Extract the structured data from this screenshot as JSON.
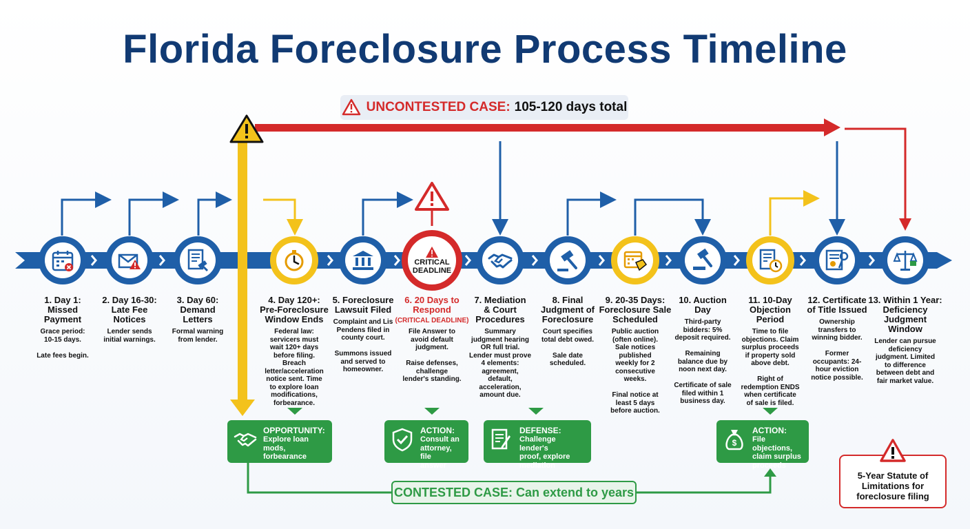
{
  "title": "Florida Foreclosure Process Timeline",
  "uncontested": {
    "prefix": "UNCONTESTED CASE:",
    "text": "105-120 days total"
  },
  "contested": "CONTESTED CASE: Can extend to years",
  "critical_node_text": "CRITICAL\nDEADLINE",
  "statute": "5-Year Statute of Limitations for foreclosure filing",
  "colors": {
    "navy": "#113a73",
    "blue": "#1f5fa8",
    "yellow": "#f3c21b",
    "red": "#d42a2a",
    "green": "#2e9a45"
  },
  "steps": [
    {
      "label": "1. Day 1:\nMissed\nPayment",
      "desc": "Grace period:\n10-15 days.\n\nLate fees begin.",
      "icon": "calendar-icon"
    },
    {
      "label": "2. Day 16-30:\nLate Fee\nNotices",
      "desc": "Lender sends\ninitial warnings.",
      "icon": "envelope-warning-icon"
    },
    {
      "label": "3. Day 60:\nDemand\nLetters",
      "desc": "Formal warning\nfrom lender.",
      "icon": "document-gavel-icon"
    },
    {
      "label": "4. Day 120+:\nPre-Foreclosure\nWindow Ends",
      "desc": "Federal law:\nservicers must\nwait 120+ days\nbefore filing.\nBreach\nletter/acceleration\nnotice sent. Time\nto explore loan\nmodifications,\nforbearance.",
      "icon": "stopwatch-icon"
    },
    {
      "label": "5. Foreclosure\nLawsuit Filed",
      "desc": "Complaint and Lis\nPendens filed in\ncounty court.\n\nSummons issued\nand served to\nhomeowner.",
      "icon": "courthouse-icon"
    },
    {
      "label": "6. 20 Days to\nRespond",
      "sublabel": "(CRITICAL DEADLINE)",
      "desc": "File Answer to\navoid default\njudgment.\n\nRaise defenses,\nchallenge\nlender's standing.",
      "icon": "warning-icon"
    },
    {
      "label": "7. Mediation\n& Court\nProcedures",
      "desc": "Summary\njudgment hearing\nOR full trial.\nLender must prove\n4 elements:\nagreement,\ndefault,\nacceleration,\namount due.",
      "icon": "handshake-icon"
    },
    {
      "label": "8. Final\nJudgment of\nForeclosure",
      "desc": "Court specifies\ntotal debt owed.\n\nSale date\nscheduled.",
      "icon": "gavel-icon"
    },
    {
      "label": "9. 20-35 Days:\nForeclosure Sale\nScheduled",
      "desc": "Public auction\n(often online).\nSale notices\npublished\nweekly for 2\nconsecutive\nweeks.\n\nFinal notice at\nleast 5 days\nbefore auction.",
      "icon": "calendar-tag-icon"
    },
    {
      "label": "10. Auction\nDay",
      "desc": "Third-party\nbidders: 5%\ndeposit required.\n\nRemaining\nbalance due by\nnoon next day.\n\nCertificate of sale\nfiled within 1\nbusiness day.",
      "icon": "auction-gavel-icon"
    },
    {
      "label": "11. 10-Day\nObjection\nPeriod",
      "desc": "Time to file\nobjections. Claim\nsurplus proceeds\nif property sold\nabove debt.\n\nRight of\nredemption ENDS\nwhen certificate\nof sale is filed.",
      "icon": "document-clock-icon"
    },
    {
      "label": "12. Certificate\nof Title Issued",
      "desc": "Ownership\ntransfers to\nwinning bidder.\n\nFormer\noccupants: 24-\nhour eviction\nnotice possible.",
      "icon": "certificate-key-icon"
    },
    {
      "label": "13. Within 1 Year:\nDeficiency\nJudgment\nWindow",
      "desc": "Lender can pursue\ndeficiency\njudgment. Limited\nto difference\nbetween debt and\nfair market value.",
      "icon": "scales-icon"
    }
  ],
  "actions": [
    {
      "head": "OPPORTUNITY:",
      "text": "Explore loan\nmods,\nforbearance",
      "icon": "handshake-icon"
    },
    {
      "head": "ACTION:",
      "text": "Consult an\nattorney, file\nanswer",
      "icon": "shield-check-icon"
    },
    {
      "head": "DEFENSE:",
      "text": "Challenge lender's\nproof, explore\nmediation",
      "icon": "document-pen-icon"
    },
    {
      "head": "ACTION:",
      "text": "File objections,\nclaim surplus\nproceeds",
      "icon": "money-bag-icon"
    }
  ]
}
